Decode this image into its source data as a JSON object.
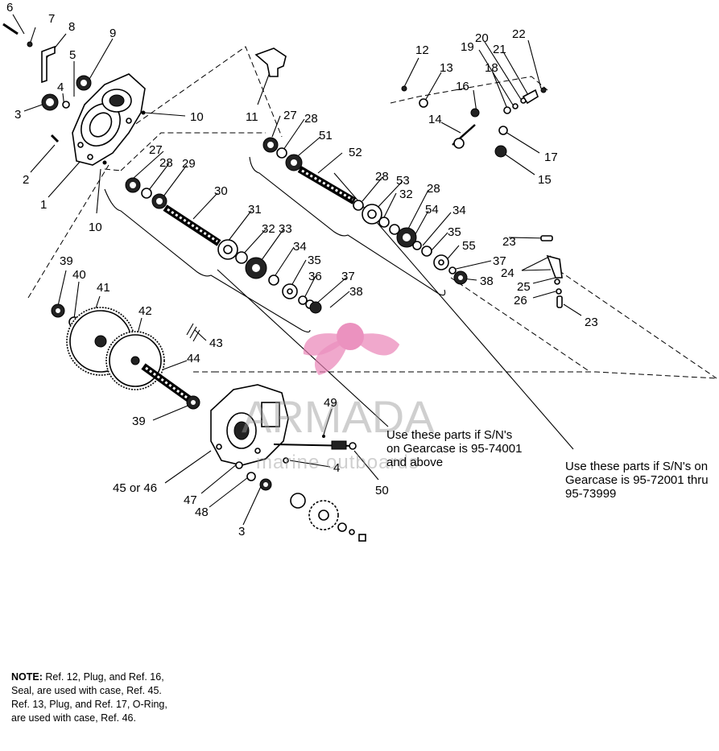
{
  "labels": {
    "n1": "1",
    "n2": "2",
    "n3": "3",
    "n3b": "3",
    "n4": "4",
    "n4b": "4",
    "n5": "5",
    "n6": "6",
    "n7": "7",
    "n8": "8",
    "n9": "9",
    "n10": "10",
    "n10b": "10",
    "n11": "11",
    "n12": "12",
    "n13": "13",
    "n14": "14",
    "n15": "15",
    "n16": "16",
    "n17": "17",
    "n18": "18",
    "n19": "19",
    "n20": "20",
    "n21": "21",
    "n22": "22",
    "n23": "23",
    "n23b": "23",
    "n24": "24",
    "n25": "25",
    "n26": "26",
    "n27": "27",
    "n27b": "27",
    "n28": "28",
    "n28b": "28",
    "n28c": "28",
    "n28d": "28",
    "n29": "29",
    "n30": "30",
    "n31": "31",
    "n32": "32",
    "n32b": "32",
    "n33": "33",
    "n34": "34",
    "n34b": "34",
    "n35": "35",
    "n35b": "35",
    "n36": "36",
    "n37": "37",
    "n37b": "37",
    "n38": "38",
    "n38b": "38",
    "n39": "39",
    "n39b": "39",
    "n40": "40",
    "n41": "41",
    "n42": "42",
    "n43": "43",
    "n44": "44",
    "n45": "45 or 46",
    "n47": "47",
    "n48": "48",
    "n49": "49",
    "n50": "50",
    "n51": "51",
    "n52": "52",
    "n53": "53",
    "n54": "54",
    "n55": "55"
  },
  "callouts": {
    "upper": [
      "Use these parts if S/N's",
      "on Gearcase is 95-74001",
      "and above"
    ],
    "lower": [
      "Use these parts if S/N's on",
      "Gearcase is 95-72001 thru",
      "95-73999"
    ]
  },
  "note": {
    "lead": "NOTE:",
    "lines": [
      " Ref. 12, Plug, and Ref. 16,",
      "Seal, are used with case, Ref. 45.",
      "Ref. 13, Plug, and Ref. 17, O-Ring,",
      "are used with case, Ref. 46."
    ]
  },
  "watermark": {
    "brand": "ARMADA",
    "tagline": "marine outboards",
    "color": "#e87fb4"
  }
}
